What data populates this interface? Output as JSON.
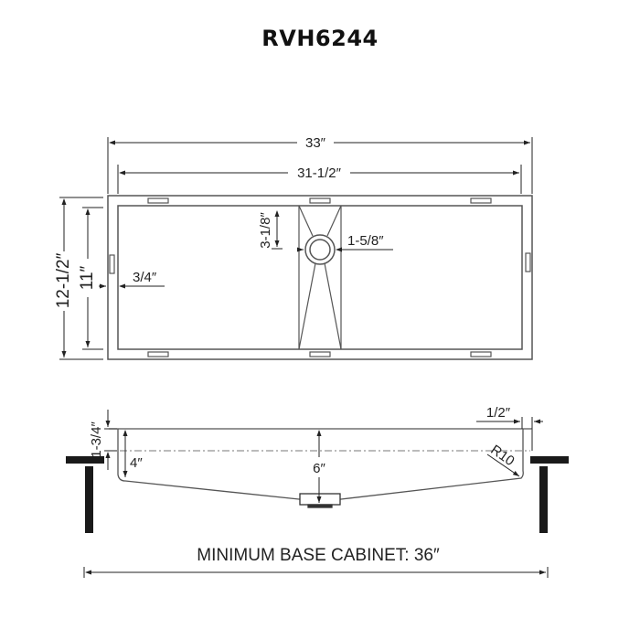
{
  "title": "RVH6244",
  "top_view": {
    "overall_width": "33″",
    "inner_width": "31-1/2″",
    "overall_depth": "12-1/2″",
    "inner_depth": "11″",
    "rim_width": "3/4″",
    "drain_offset": "3-1/8″",
    "drain_diameter": "1-5/8″"
  },
  "side_view": {
    "flange_depth": "1-3/4″",
    "edge_depth": "4″",
    "center_depth": "6″",
    "overhang": "1/2″",
    "corner_radius": "R10"
  },
  "cabinet": {
    "label": "MINIMUM BASE CABINET: 36″"
  },
  "colors": {
    "line": "#555555",
    "dim_line": "#222222",
    "counter": "#1a1a1a"
  }
}
